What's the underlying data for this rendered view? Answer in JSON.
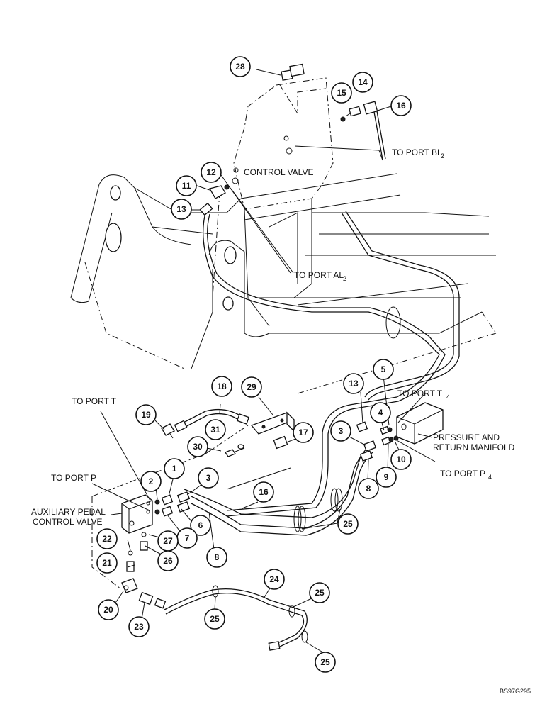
{
  "labels": {
    "control_valve": "CONTROL VALVE",
    "to_port_bl2": "TO PORT BL",
    "to_port_bl2_sub": "2",
    "to_port_al2": "TO PORT AL",
    "to_port_al2_sub": "2",
    "to_port_t": "TO PORT T",
    "to_port_p": "TO PORT P",
    "to_port_t4": "TO PORT T",
    "to_port_t4_sub": "4",
    "to_port_p4": "TO PORT P",
    "to_port_p4_sub": "4",
    "pressure_return_line1": "PRESSURE AND",
    "pressure_return_line2": "RETURN MANIFOLD",
    "aux_pedal_line1": "AUXILIARY PEDAL",
    "aux_pedal_line2": "CONTROL VALVE",
    "figure_code": "BS97G295"
  },
  "callouts": [
    "28",
    "15",
    "14",
    "16",
    "12",
    "11",
    "13",
    "18",
    "29",
    "19",
    "13",
    "5",
    "4",
    "3",
    "31",
    "17",
    "30",
    "1",
    "2",
    "3",
    "6",
    "7",
    "8",
    "9",
    "10",
    "8",
    "16",
    "25",
    "22",
    "27",
    "21",
    "26",
    "24",
    "25",
    "20",
    "23",
    "25",
    "25"
  ]
}
